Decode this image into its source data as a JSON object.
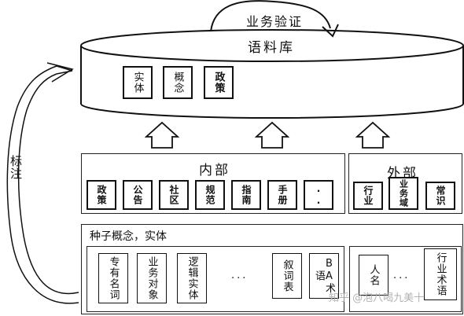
{
  "corpus": {
    "title": "语料库",
    "validation_label": "业务验证",
    "items": [
      "实体",
      "概念",
      "政策"
    ]
  },
  "annotation_label": "标注",
  "internal": {
    "title": "内部",
    "items": [
      "政策",
      "公告",
      "社区",
      "规范",
      "指南",
      "手册",
      ".."
    ]
  },
  "external": {
    "title": "外部",
    "items": [
      "行业",
      "业务域",
      "常识"
    ]
  },
  "seed": {
    "title": "种子概念，实体",
    "left_items": [
      "专有名词",
      "业务对象",
      "逻辑实体"
    ],
    "left_ellipsis": "...",
    "right_items": [
      "叙词表",
      "BA术语"
    ],
    "person_items": [
      "人名"
    ],
    "person_ellipsis": "...",
    "industry_items": [
      "行业术语"
    ]
  },
  "watermark": "知乎 @泡八喝九美十"
}
